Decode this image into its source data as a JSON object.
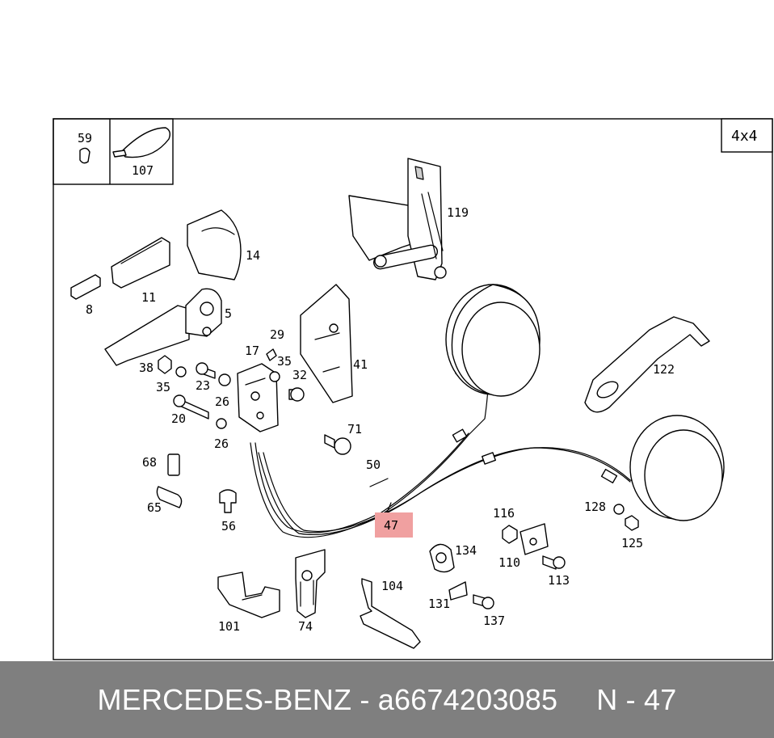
{
  "header": {
    "badge": "4x4",
    "inset_parts": [
      "59",
      "107"
    ]
  },
  "highlight": {
    "part": "47",
    "color": "#f0a0a0"
  },
  "labels": [
    {
      "id": "l119",
      "text": "119"
    },
    {
      "id": "l14",
      "text": "14"
    },
    {
      "id": "l11",
      "text": "11"
    },
    {
      "id": "l8",
      "text": "8"
    },
    {
      "id": "l5",
      "text": "5"
    },
    {
      "id": "l29",
      "text": "29"
    },
    {
      "id": "l17",
      "text": "17"
    },
    {
      "id": "l35a",
      "text": "35"
    },
    {
      "id": "l32",
      "text": "32"
    },
    {
      "id": "l41",
      "text": "41"
    },
    {
      "id": "l38",
      "text": "38"
    },
    {
      "id": "l35b",
      "text": "35"
    },
    {
      "id": "l23",
      "text": "23"
    },
    {
      "id": "l26a",
      "text": "26"
    },
    {
      "id": "l20",
      "text": "20"
    },
    {
      "id": "l26b",
      "text": "26"
    },
    {
      "id": "l122",
      "text": "122"
    },
    {
      "id": "l71",
      "text": "71"
    },
    {
      "id": "l50",
      "text": "50"
    },
    {
      "id": "l68",
      "text": "68"
    },
    {
      "id": "l65",
      "text": "65"
    },
    {
      "id": "l56",
      "text": "56"
    },
    {
      "id": "l116",
      "text": "116"
    },
    {
      "id": "l128",
      "text": "128"
    },
    {
      "id": "l125",
      "text": "125"
    },
    {
      "id": "l134",
      "text": "134"
    },
    {
      "id": "l110",
      "text": "110"
    },
    {
      "id": "l113",
      "text": "113"
    },
    {
      "id": "l104",
      "text": "104"
    },
    {
      "id": "l131",
      "text": "131"
    },
    {
      "id": "l137",
      "text": "137"
    },
    {
      "id": "l101",
      "text": "101"
    },
    {
      "id": "l74",
      "text": "74"
    }
  ],
  "footer": {
    "brand_part": "MERCEDES-BENZ - a6674203085",
    "position": "N - 47"
  }
}
